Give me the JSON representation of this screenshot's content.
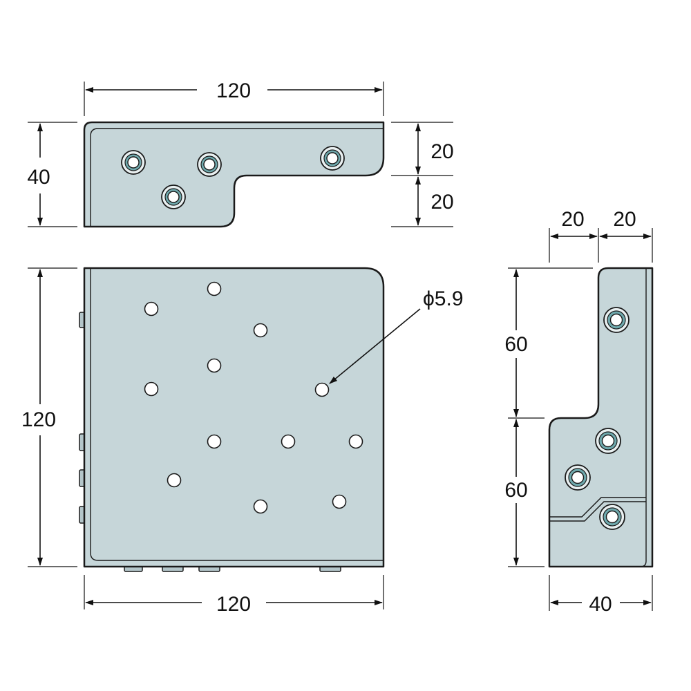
{
  "figure": {
    "top_view": {
      "width_label": "120",
      "height_label": "40",
      "right_upper_label": "20",
      "right_lower_label": "20"
    },
    "front_view": {
      "height_label": "120",
      "width_label": "120",
      "hole_callout": "ϕ5.9"
    },
    "side_view": {
      "top_left_label": "20",
      "top_right_label": "20",
      "upper_height_label": "60",
      "lower_height_label": "60",
      "bottom_width_label": "40"
    }
  }
}
